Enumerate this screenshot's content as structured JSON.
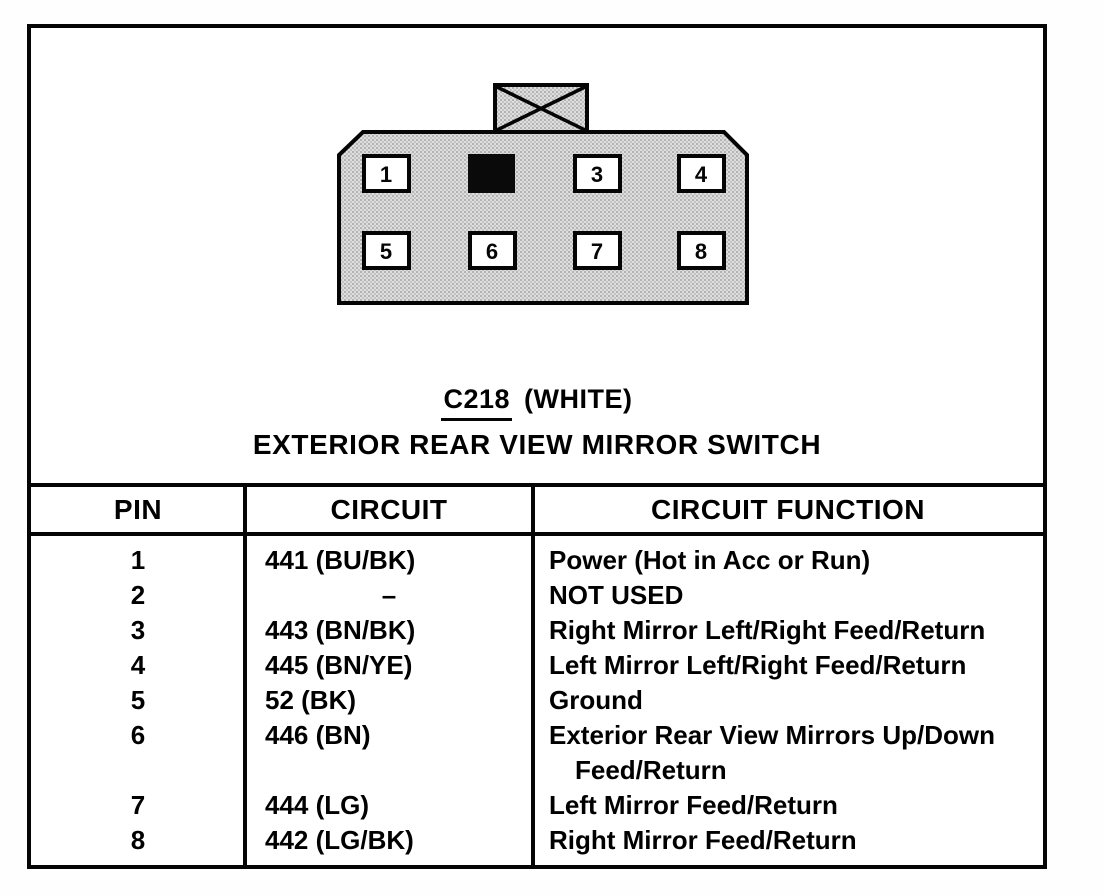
{
  "colors": {
    "ink": "#050505",
    "paper": "#ffffff",
    "connector_fill": "#dcdcdc",
    "blocked_pin_fill": "#0a0a0a"
  },
  "connector": {
    "id_label": "C218",
    "color_label": "(WHITE)",
    "title": "EXTERIOR REAR VIEW MIRROR SWITCH",
    "pins": [
      {
        "label": "1",
        "blocked": false
      },
      {
        "label": "",
        "blocked": true
      },
      {
        "label": "3",
        "blocked": false
      },
      {
        "label": "4",
        "blocked": false
      },
      {
        "label": "5",
        "blocked": false
      },
      {
        "label": "6",
        "blocked": false
      },
      {
        "label": "7",
        "blocked": false
      },
      {
        "label": "8",
        "blocked": false
      }
    ]
  },
  "table": {
    "headers": [
      "PIN",
      "CIRCUIT",
      "CIRCUIT FUNCTION"
    ],
    "rows": [
      {
        "pin": "1",
        "circuit": "441 (BU/BK)",
        "function": "Power (Hot in Acc or Run)"
      },
      {
        "pin": "2",
        "circuit": "–",
        "function": "NOT USED"
      },
      {
        "pin": "3",
        "circuit": "443 (BN/BK)",
        "function": "Right Mirror Left/Right Feed/Return"
      },
      {
        "pin": "4",
        "circuit": "445 (BN/YE)",
        "function": "Left Mirror Left/Right Feed/Return"
      },
      {
        "pin": "5",
        "circuit": "52 (BK)",
        "function": "Ground"
      },
      {
        "pin": "6",
        "circuit": "446 (BN)",
        "function_lines": [
          "Exterior Rear View Mirrors Up/Down",
          "Feed/Return"
        ]
      },
      {
        "pin": "7",
        "circuit": "444 (LG)",
        "function": "Left Mirror Feed/Return"
      },
      {
        "pin": "8",
        "circuit": "442 (LG/BK)",
        "function": "Right Mirror Feed/Return"
      }
    ]
  }
}
